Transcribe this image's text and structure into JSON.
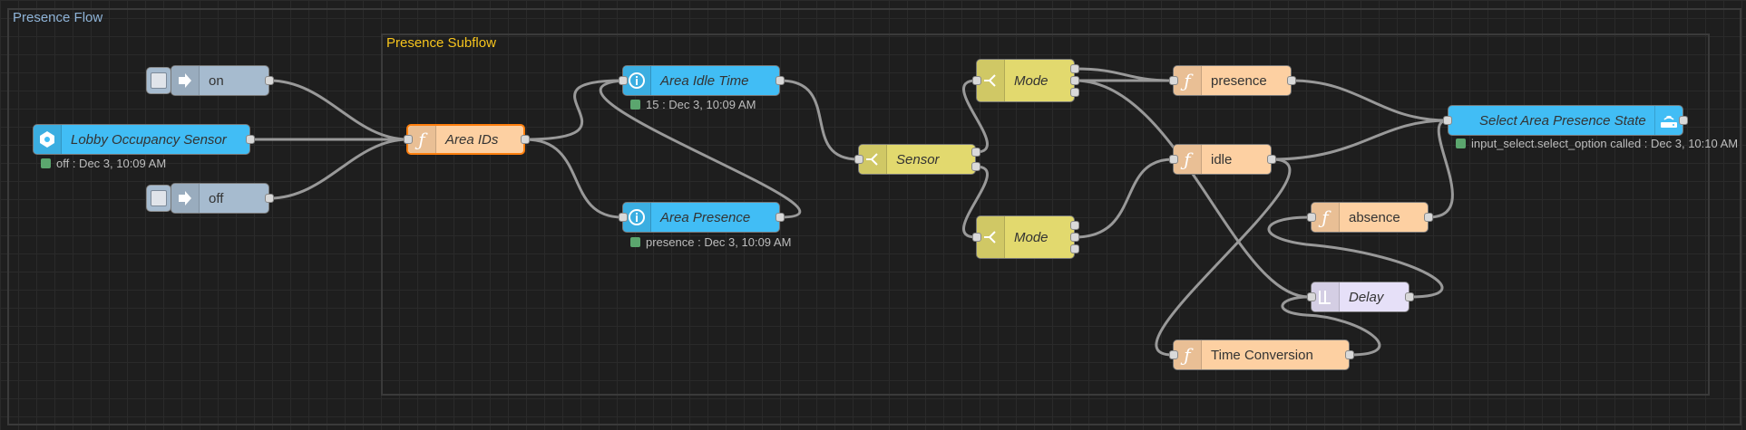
{
  "groups": {
    "outer_label": "Presence Flow",
    "inner_label": "Presence Subflow"
  },
  "nodes": {
    "inject_on": {
      "label": "on"
    },
    "inject_off": {
      "label": "off"
    },
    "lobby": {
      "label": "Lobby Occupancy Sensor",
      "status": "off : Dec 3, 10:09 AM"
    },
    "area_ids": {
      "label": "Area IDs"
    },
    "area_idle": {
      "label": "Area Idle Time",
      "status": "15 : Dec 3, 10:09 AM"
    },
    "area_presence": {
      "label": "Area Presence",
      "status": "presence : Dec 3, 10:09 AM"
    },
    "sensor": {
      "label": "Sensor"
    },
    "mode1": {
      "label": "Mode"
    },
    "mode2": {
      "label": "Mode"
    },
    "presence": {
      "label": "presence"
    },
    "idle": {
      "label": "idle"
    },
    "absence": {
      "label": "absence"
    },
    "delay": {
      "label": "Delay"
    },
    "time_conv": {
      "label": "Time Conversion"
    },
    "select_area": {
      "label": "Select Area Presence State",
      "status": "input_select.select_option called : Dec 3, 10:10 AM"
    }
  },
  "colors": {
    "function": "#fdd0a2",
    "home_assistant": "#41bdf5",
    "switch": "#e2d96e",
    "inject": "#a6bbcf",
    "delay": "#e6e0f8",
    "status_ok": "#5ba66e",
    "wire": "#999999",
    "selected": "#ff7f0e",
    "outer_group_label": "#8fb4d8",
    "inner_group_label": "#f7c51d"
  }
}
